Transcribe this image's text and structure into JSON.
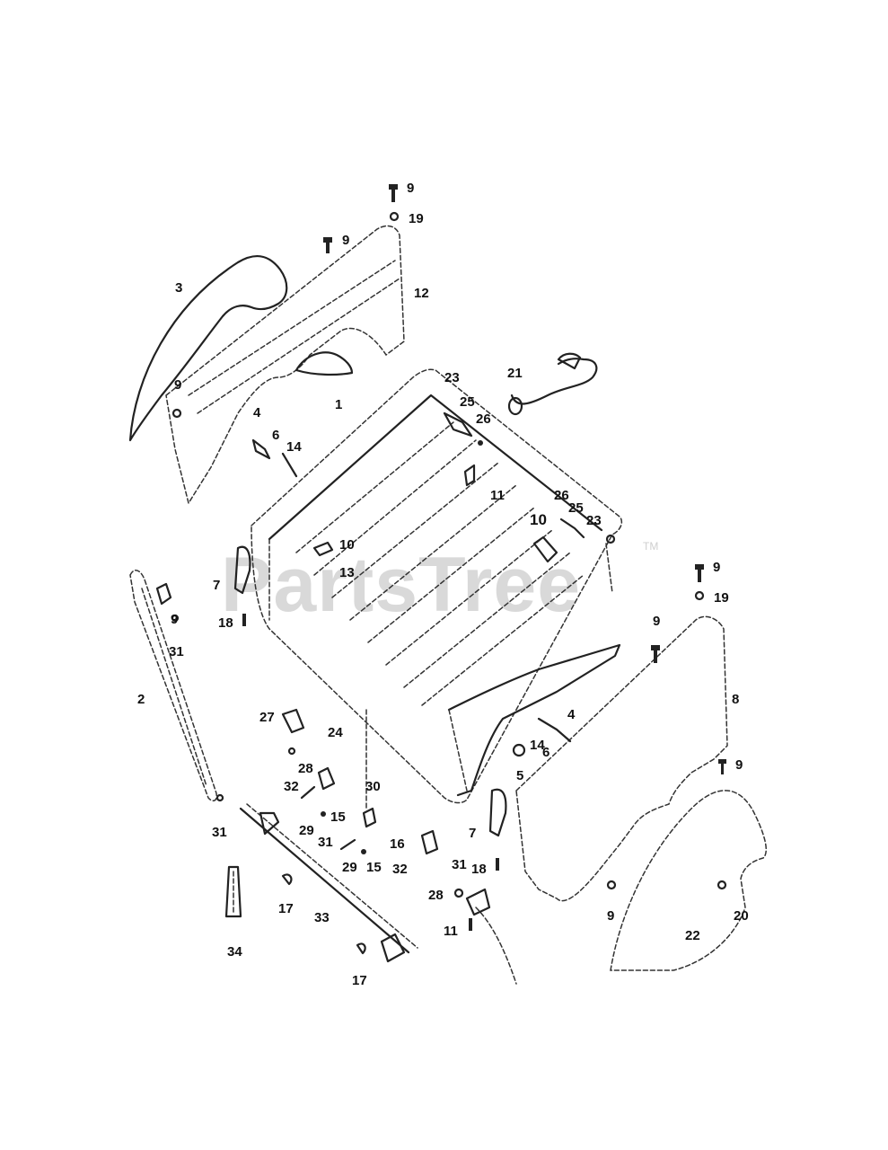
{
  "diagram": {
    "watermark": "PartsTree",
    "trademark": "TM",
    "labels": [
      {
        "id": "p9a",
        "text": "9"
      },
      {
        "id": "p19a",
        "text": "19"
      },
      {
        "id": "p9b",
        "text": "9"
      },
      {
        "id": "p12",
        "text": "12"
      },
      {
        "id": "p3",
        "text": "3"
      },
      {
        "id": "p9c",
        "text": "9"
      },
      {
        "id": "p4a",
        "text": "4"
      },
      {
        "id": "p1",
        "text": "1"
      },
      {
        "id": "p23a",
        "text": "23"
      },
      {
        "id": "p25a",
        "text": "25"
      },
      {
        "id": "p26a",
        "text": "26"
      },
      {
        "id": "p21",
        "text": "21"
      },
      {
        "id": "p6a",
        "text": "6"
      },
      {
        "id": "p14a",
        "text": "14"
      },
      {
        "id": "p11a",
        "text": "11"
      },
      {
        "id": "p26b",
        "text": "26"
      },
      {
        "id": "p25b",
        "text": "25"
      },
      {
        "id": "p10a",
        "text": "10"
      },
      {
        "id": "p23b",
        "text": "23"
      },
      {
        "id": "p10b",
        "text": "10"
      },
      {
        "id": "p13",
        "text": "13"
      },
      {
        "id": "p9d",
        "text": "9"
      },
      {
        "id": "p19b",
        "text": "19"
      },
      {
        "id": "p7a",
        "text": "7"
      },
      {
        "id": "p9e",
        "text": "9"
      },
      {
        "id": "p18a",
        "text": "18"
      },
      {
        "id": "p9f",
        "text": "9"
      },
      {
        "id": "p31a",
        "text": "31"
      },
      {
        "id": "p2",
        "text": "2"
      },
      {
        "id": "p8",
        "text": "8"
      },
      {
        "id": "p4b",
        "text": "4"
      },
      {
        "id": "p27",
        "text": "27"
      },
      {
        "id": "p24",
        "text": "24"
      },
      {
        "id": "p14b",
        "text": "14"
      },
      {
        "id": "p6b",
        "text": "6"
      },
      {
        "id": "p9g",
        "text": "9"
      },
      {
        "id": "p28a",
        "text": "28"
      },
      {
        "id": "p5",
        "text": "5"
      },
      {
        "id": "p32a",
        "text": "32"
      },
      {
        "id": "p30",
        "text": "30"
      },
      {
        "id": "p15a",
        "text": "15"
      },
      {
        "id": "p31b",
        "text": "31"
      },
      {
        "id": "p7b",
        "text": "7"
      },
      {
        "id": "p29a",
        "text": "29"
      },
      {
        "id": "p31c",
        "text": "31"
      },
      {
        "id": "p16",
        "text": "16"
      },
      {
        "id": "p29b",
        "text": "29"
      },
      {
        "id": "p15b",
        "text": "15"
      },
      {
        "id": "p32b",
        "text": "32"
      },
      {
        "id": "p31d",
        "text": "31"
      },
      {
        "id": "p18b",
        "text": "18"
      },
      {
        "id": "p28b",
        "text": "28"
      },
      {
        "id": "p17a",
        "text": "17"
      },
      {
        "id": "p33",
        "text": "33"
      },
      {
        "id": "p9h",
        "text": "9"
      },
      {
        "id": "p20",
        "text": "20"
      },
      {
        "id": "p34",
        "text": "34"
      },
      {
        "id": "p11b",
        "text": "11"
      },
      {
        "id": "p22",
        "text": "22"
      },
      {
        "id": "p17b",
        "text": "17"
      }
    ]
  }
}
